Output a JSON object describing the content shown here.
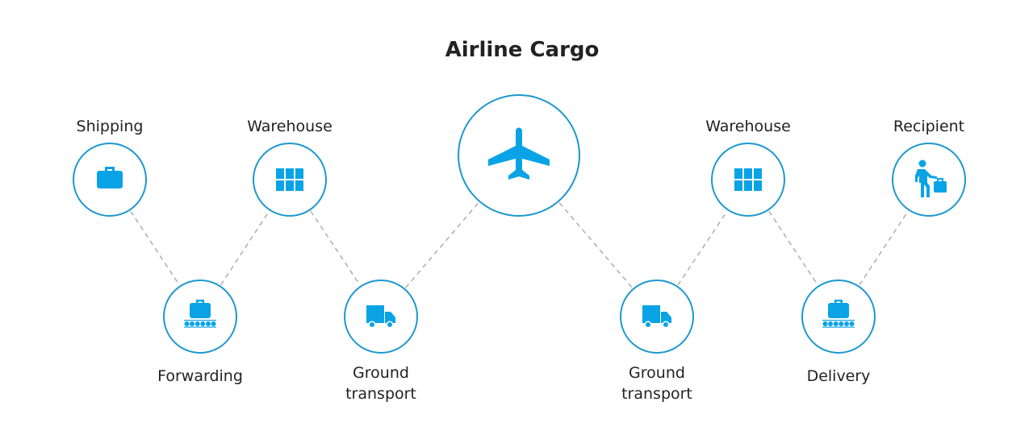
{
  "title": "Airline Cargo",
  "colors": {
    "ring": "#1c98cf",
    "icon": "#0aa3e6",
    "connector": "#a9a9a9"
  },
  "steps": [
    {
      "label": [
        "Shipping"
      ],
      "icon": "briefcase-icon"
    },
    {
      "label": [
        "Forwarding"
      ],
      "icon": "baggage-conveyor-icon"
    },
    {
      "label": [
        "Warehouse"
      ],
      "icon": "warehouse-grid-icon"
    },
    {
      "label": [
        "Ground",
        "transport"
      ],
      "icon": "truck-icon"
    },
    {
      "label": [],
      "icon": "airplane-icon"
    },
    {
      "label": [
        "Ground",
        "transport"
      ],
      "icon": "truck-icon"
    },
    {
      "label": [
        "Warehouse"
      ],
      "icon": "warehouse-grid-icon"
    },
    {
      "label": [
        "Delivery"
      ],
      "icon": "baggage-conveyor-icon"
    },
    {
      "label": [
        "Recipient"
      ],
      "icon": "person-luggage-icon"
    }
  ]
}
